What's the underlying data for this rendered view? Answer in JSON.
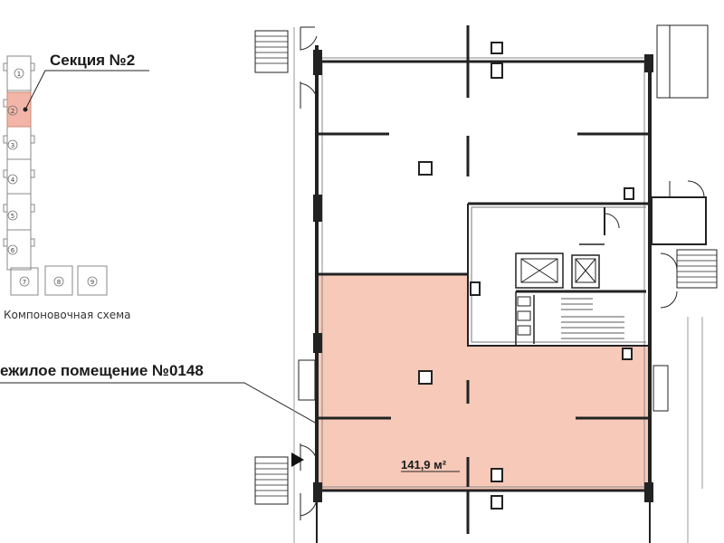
{
  "section_label": "Секция №2",
  "premises_label": "ежилое помещение №0148",
  "area_label": "141,9 м²",
  "schema_caption": "Компоновочная схема",
  "sections": [
    "1",
    "2",
    "3",
    "4",
    "5",
    "6",
    "7",
    "8",
    "9"
  ],
  "highlighted_section": "2",
  "colors": {
    "highlight": "#f7c9b9",
    "highlight_border": "#c98a76",
    "wall": "#222222",
    "section_highlight": "#f2b5a7"
  }
}
